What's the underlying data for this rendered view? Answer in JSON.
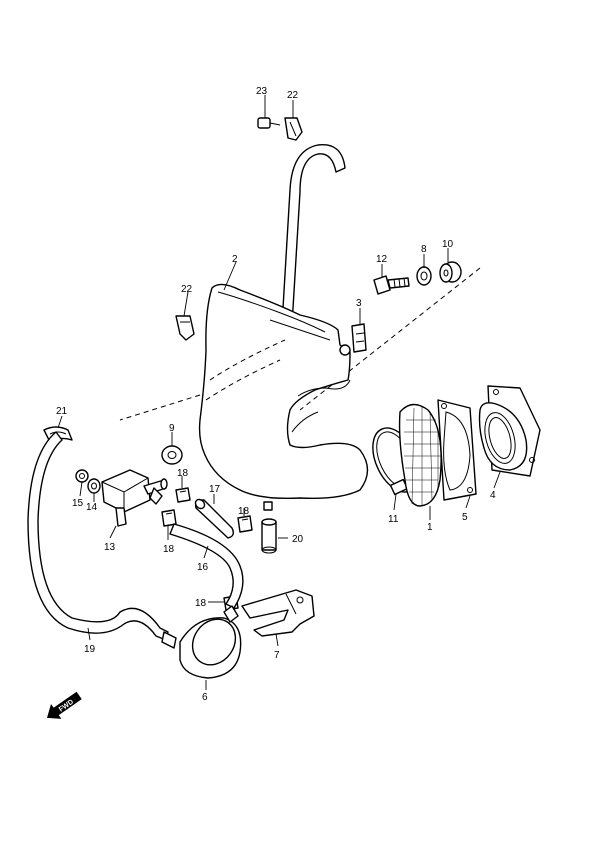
{
  "callouts": {
    "c1": "1",
    "c2": "2",
    "c3": "3",
    "c4": "4",
    "c5": "5",
    "c6": "6",
    "c7": "7",
    "c8": "8",
    "c9": "9",
    "c10": "10",
    "c11": "11",
    "c12": "12",
    "c13": "13",
    "c14": "14",
    "c15": "15",
    "c16": "16",
    "c17": "17",
    "c18a": "18",
    "c18b": "18",
    "c18c": "18",
    "c18d": "18",
    "c19": "19",
    "c20": "20",
    "c21": "21",
    "c22a": "22",
    "c22b": "22",
    "c23": "23"
  },
  "fwd_label": "FWD"
}
